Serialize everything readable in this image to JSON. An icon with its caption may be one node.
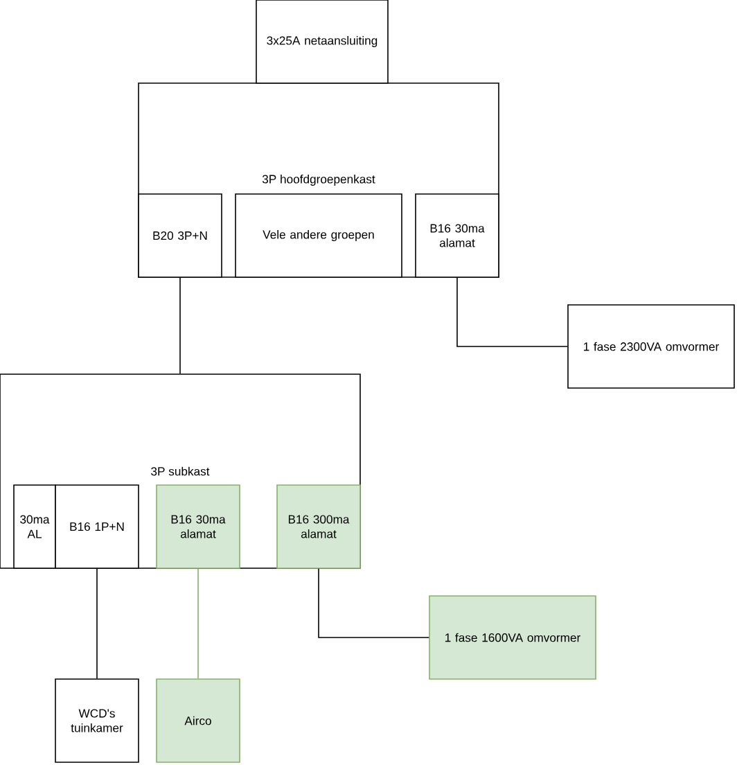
{
  "diagram": {
    "nodes": [
      {
        "text": [
          "3x25A netaansluiting"
        ]
      },
      {
        "text": [
          "3P hoofdgroepenkast"
        ]
      },
      {
        "text": [
          "B20 3P+N"
        ],
        "in": 1
      },
      {
        "text": [
          "Vele andere groepen"
        ],
        "in": 1
      },
      {
        "text": [
          "B16 30ma alamat"
        ],
        "in": 1
      },
      {
        "text": [
          "1 fase 2300VA omvormer"
        ]
      },
      {
        "text": [
          "3P subkast"
        ]
      },
      {
        "text": [
          "30ma AL"
        ],
        "in": 6
      },
      {
        "text": [
          "B16 1P+N"
        ],
        "in": 6
      },
      {
        "text": [
          "B16 30ma alamat"
        ],
        "in": 6
      },
      {
        "text": [
          "B16 300ma alamat"
        ],
        "in": 6
      },
      {
        "text": [
          "1 fase 1600VA omvormer"
        ]
      },
      {
        "text": [
          "WCD's tuinkamer"
        ]
      },
      {
        "text": [
          "Airco"
        ]
      }
    ],
    "edges": [
      {
        "from": 2,
        "to": 6,
        "arrow": "none"
      },
      {
        "from": 4,
        "to": 5,
        "arrow": "none"
      },
      {
        "from": 8,
        "to": 12,
        "arrow": "none"
      },
      {
        "from": 9,
        "to": 13,
        "arrow": "none",
        "color": "#82b366"
      },
      {
        "from": 10,
        "to": 11,
        "arrow": "none"
      }
    ]
  }
}
